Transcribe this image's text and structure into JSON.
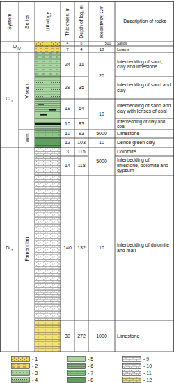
{
  "diagram": {
    "labels": [
      "System",
      "Series",
      "Lithology",
      "Thickness, m",
      "Depth of log, m",
      "Resistivity, Ωm",
      "Description of rocks",
      "4",
      "0",
      "500",
      "Sands",
      "Q",
      "IV",
      "7",
      "4",
      "18",
      "Loams",
      "C",
      "1",
      "Visean",
      "24",
      "11",
      "Interbedding of sand, clay and limestone",
      "20",
      "29",
      "35",
      "Interbedding of sand and clay",
      "19",
      "64",
      "10",
      "Interbedding of sand and clay with lenses of coal",
      "10",
      "83",
      "Interbedding of clay and coal",
      "Tourn.",
      "10",
      "93",
      "5000",
      "Limestone",
      "12",
      "103",
      "10",
      "Dense green clay",
      "D",
      "3",
      "Famennian",
      "3",
      "115",
      "Dolomite",
      "5000",
      "14",
      "118",
      "Interbedding of limestone, dolomite and gypsum",
      "140",
      "132",
      "10",
      "Interbedding of dolomite and marl",
      "30",
      "272",
      "1000",
      "Limestone"
    ],
    "legend": [
      {
        "text": "- 1"
      },
      {
        "text": "- 2"
      },
      {
        "text": "- 3"
      },
      {
        "text": "- 4"
      },
      {
        "text": "- 5"
      },
      {
        "text": "- 6"
      },
      {
        "text": "- 7"
      },
      {
        "text": "- 8"
      },
      {
        "text": "- 9"
      },
      {
        "text": "- 10"
      },
      {
        "text": "- 11"
      },
      {
        "text": "- 12"
      }
    ]
  }
}
